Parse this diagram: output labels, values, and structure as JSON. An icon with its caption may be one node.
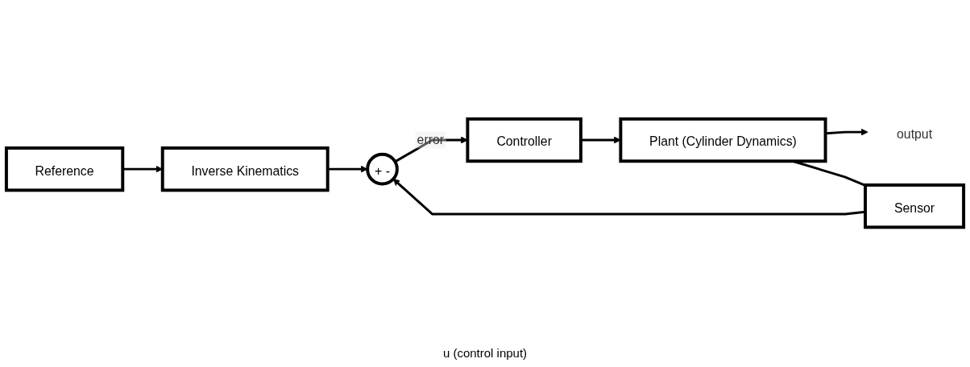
{
  "diagram": {
    "nodes": [
      {
        "text": [
          "Reference"
        ]
      },
      {
        "text": [
          "Inverse Kinematics"
        ]
      },
      {
        "text": [
          "+",
          "-"
        ]
      },
      {
        "text": [
          "Controller"
        ]
      },
      {
        "text": [
          "Plant (Cylinder Dynamics)"
        ]
      },
      {
        "text": [
          "output"
        ]
      },
      {
        "text": [
          "Sensor"
        ]
      }
    ],
    "edges": [
      {
        "from": 0,
        "to": 1,
        "arrow": "to"
      },
      {
        "from": 1,
        "to": 2,
        "arrow": "to"
      },
      {
        "from": 2,
        "to": 3,
        "arrow": "to",
        "label": "error"
      },
      {
        "from": 3,
        "to": 4,
        "arrow": "to"
      },
      {
        "from": 4,
        "to": 5,
        "arrow": "to"
      },
      {
        "from": 4,
        "to": 6,
        "arrow": "none"
      },
      {
        "from": 6,
        "to": 2,
        "arrow": "to"
      }
    ],
    "labels": [
      "u (control input)"
    ]
  }
}
